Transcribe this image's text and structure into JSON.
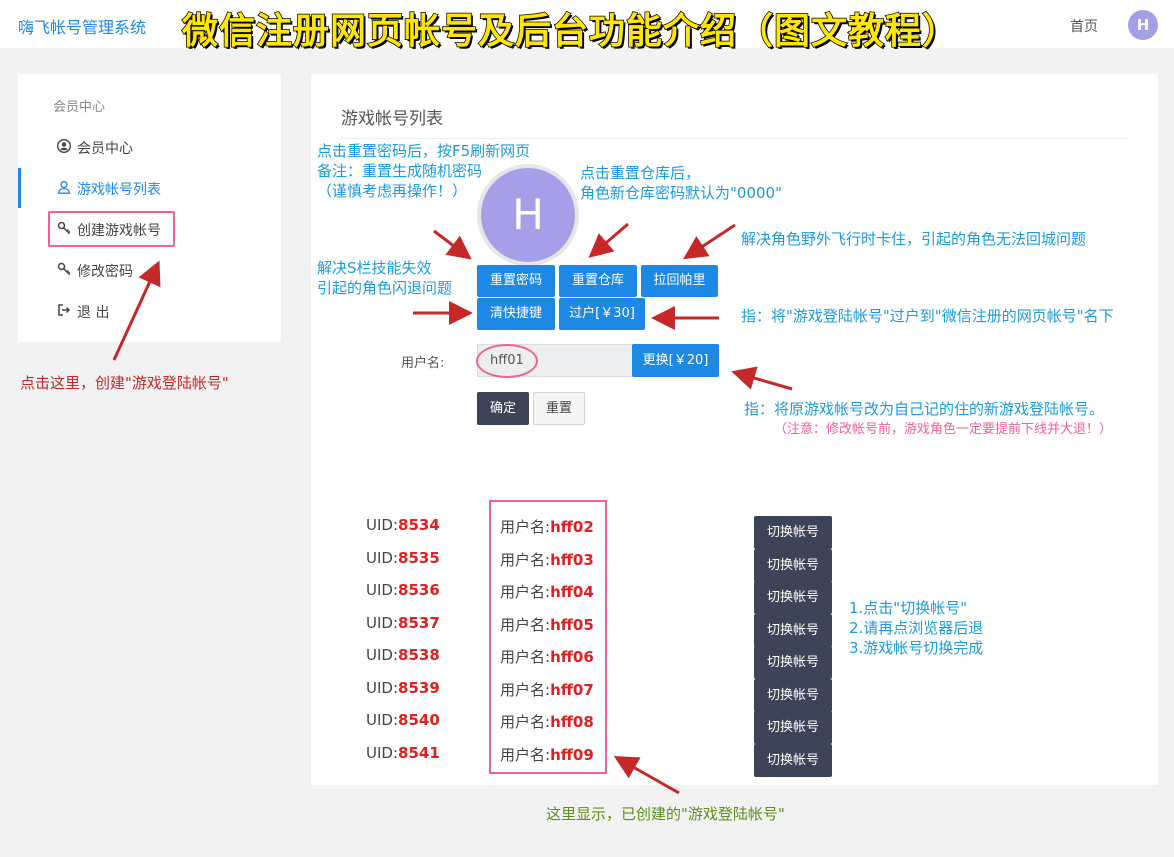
{
  "header": {
    "brand": "嗨飞帐号管理系统",
    "banner": "微信注册网页帐号及后台功能介绍（图文教程）",
    "nav_home": "首页",
    "avatar_letter": "H"
  },
  "sidebar": {
    "heading": "会员中心",
    "items": [
      {
        "label": "会员中心",
        "icon": "user-circle-icon"
      },
      {
        "label": "游戏帐号列表",
        "icon": "user-icon"
      },
      {
        "label": "创建游戏帐号",
        "icon": "key-icon"
      },
      {
        "label": "修改密码",
        "icon": "key-icon"
      },
      {
        "label": "退 出",
        "icon": "logout-icon"
      }
    ]
  },
  "main": {
    "title": "游戏帐号列表",
    "avatar_letter": "H",
    "buttons": {
      "reset_password": "重置密码",
      "reset_storage": "重置仓库",
      "pull_back": "拉回帕里",
      "clear_shortcut": "清快捷键",
      "transfer": "过户[￥30]",
      "rename": "更换[￥20]",
      "confirm": "确定",
      "reset": "重置"
    },
    "username_label": "用户名:",
    "username_value": "hff01",
    "accounts": [
      {
        "uid_label": "UID:",
        "uid": "8534",
        "user_label": "用户名:",
        "user": "hff02",
        "switch": "切换帐号"
      },
      {
        "uid_label": "UID:",
        "uid": "8535",
        "user_label": "用户名:",
        "user": "hff03",
        "switch": "切换帐号"
      },
      {
        "uid_label": "UID:",
        "uid": "8536",
        "user_label": "用户名:",
        "user": "hff04",
        "switch": "切换帐号"
      },
      {
        "uid_label": "UID:",
        "uid": "8537",
        "user_label": "用户名:",
        "user": "hff05",
        "switch": "切换帐号"
      },
      {
        "uid_label": "UID:",
        "uid": "8538",
        "user_label": "用户名:",
        "user": "hff06",
        "switch": "切换帐号"
      },
      {
        "uid_label": "UID:",
        "uid": "8539",
        "user_label": "用户名:",
        "user": "hff07",
        "switch": "切换帐号"
      },
      {
        "uid_label": "UID:",
        "uid": "8540",
        "user_label": "用户名:",
        "user": "hff08",
        "switch": "切换帐号"
      },
      {
        "uid_label": "UID:",
        "uid": "8541",
        "user_label": "用户名:",
        "user": "hff09",
        "switch": "切换帐号"
      }
    ]
  },
  "annotations": {
    "reset_pw_1": "点击重置密码后，按F5刷新网页",
    "reset_pw_2": "备注：重置生成随机密码",
    "reset_pw_3": "（谨慎考虑再操作！）",
    "storage_1": "点击重置仓库后，",
    "storage_2": "角色新仓库密码默认为\"0000\"",
    "pull_back": "解决角色野外飞行时卡住，引起的角色无法回城问题",
    "shortcut_1": "解决S栏技能失效",
    "shortcut_2": "引起的角色闪退问题",
    "transfer": "指：将\"游戏登陆帐号\"过户到\"微信注册的网页帐号\"名下",
    "rename": "指：将原游戏帐号改为自己记的住的新游戏登陆帐号。",
    "rename_note": "（注意：修改帐号前，游戏角色一定要提前下线并大退！）",
    "create": "点击这里，创建\"游戏登陆帐号\"",
    "switch_1": "1.点击\"切换帐号\"",
    "switch_2": "2.请再点浏览器后退",
    "switch_3": "3.游戏帐号切换完成",
    "list": "这里显示，已创建的\"游戏登陆帐号\""
  },
  "colors": {
    "primary": "#1e88e5",
    "dark_button": "#3d4457",
    "avatar": "#a59fe8",
    "annotation_blue": "#1a9be0",
    "annotation_red": "#c62828",
    "highlight_pink": "#f06292",
    "value_red": "#e02020",
    "banner_yellow": "#ffe600"
  }
}
